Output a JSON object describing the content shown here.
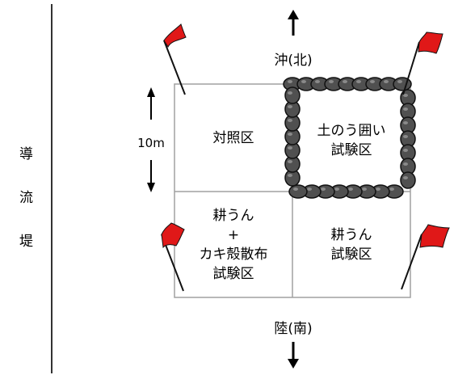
{
  "labels": {
    "north": "沖(北)",
    "south": "陸(南)",
    "scale": "10m"
  },
  "side_label": [
    "導",
    "流",
    "堤"
  ],
  "plots": {
    "control": [
      "対照区"
    ],
    "sandbag": [
      "土のう囲い",
      "試験区"
    ],
    "tillage_shell": [
      "耕うん",
      "+",
      "カキ殻散布",
      "試験区"
    ],
    "tillage": [
      "耕うん",
      "試験区"
    ]
  },
  "colors": {
    "flag": "#e01818",
    "grid": "#a0a0a0",
    "stone": "#505050",
    "stone_highlight": "#8a8a8a"
  }
}
